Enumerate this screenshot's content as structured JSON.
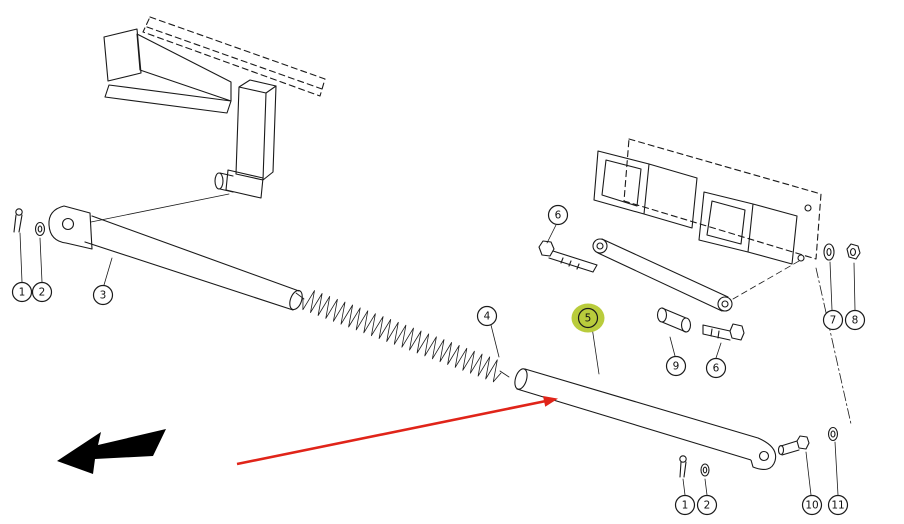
{
  "diagram": {
    "kind": "exploded-parts-diagram",
    "background_color": "#ffffff",
    "line_color": "#1a1a1a"
  },
  "colors": {
    "highlight": "#b9cc3c",
    "pointer_red": "#e02419",
    "arrow_black": "#000000"
  },
  "callouts": [
    {
      "label": "1"
    },
    {
      "label": "2"
    },
    {
      "label": "3"
    },
    {
      "label": "4"
    },
    {
      "label": "5",
      "highlighted": true
    },
    {
      "label": "6"
    },
    {
      "label": "6"
    },
    {
      "label": "7"
    },
    {
      "label": "8"
    },
    {
      "label": "9"
    },
    {
      "label": "10"
    },
    {
      "label": "11"
    },
    {
      "label": "1"
    },
    {
      "label": "2"
    }
  ]
}
